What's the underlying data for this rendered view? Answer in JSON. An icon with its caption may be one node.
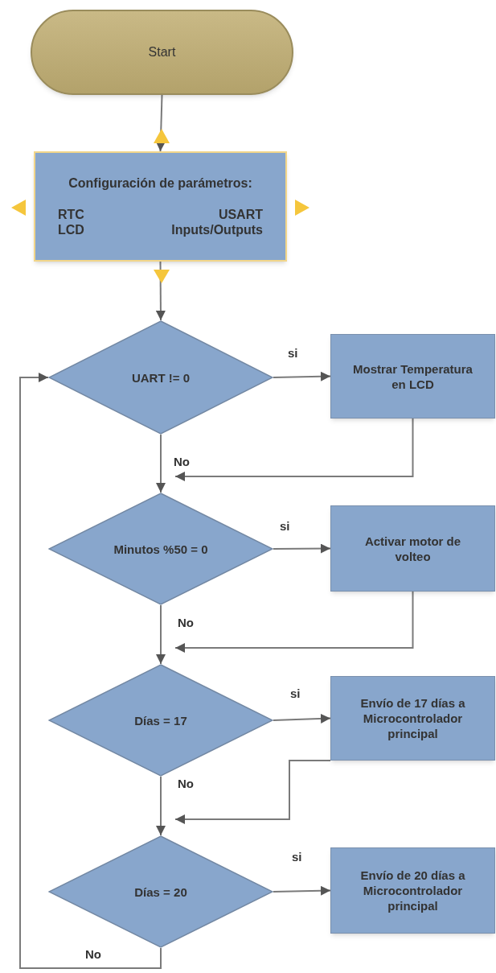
{
  "diagram": {
    "nodes": [
      {
        "text": [
          "Start"
        ]
      },
      {
        "text": [
          "Configuración de parámetros:",
          "RTC",
          "USART",
          "LCD",
          "Inputs/Outputs"
        ]
      },
      {
        "text": [
          "UART != 0"
        ]
      },
      {
        "text": [
          "Mostrar Temperatura en LCD"
        ]
      },
      {
        "text": [
          "Minutos %50 = 0"
        ]
      },
      {
        "text": [
          "Activar motor de volteo"
        ]
      },
      {
        "text": [
          "Días = 17"
        ]
      },
      {
        "text": [
          "Envío de 17 días a Microcontrolador principal"
        ]
      },
      {
        "text": [
          "Días = 20"
        ]
      },
      {
        "text": [
          "Envío de 20 días a Microcontrolador principal"
        ]
      }
    ],
    "edges": [
      {
        "from": 0,
        "to": 1,
        "arrow": "to"
      },
      {
        "from": 1,
        "to": 2,
        "arrow": "to"
      },
      {
        "from": 2,
        "to": 3,
        "arrow": "to",
        "label": "si"
      },
      {
        "from": 2,
        "to": 4,
        "arrow": "to",
        "label": "No"
      },
      {
        "from": 3,
        "to": 4,
        "arrow": "to"
      },
      {
        "from": 4,
        "to": 5,
        "arrow": "to",
        "label": "si"
      },
      {
        "from": 4,
        "to": 6,
        "arrow": "to",
        "label": "No"
      },
      {
        "from": 5,
        "to": 6,
        "arrow": "to"
      },
      {
        "from": 6,
        "to": 7,
        "arrow": "to",
        "label": "si"
      },
      {
        "from": 6,
        "to": 8,
        "arrow": "to",
        "label": "No"
      },
      {
        "from": 7,
        "to": 8,
        "arrow": "to"
      },
      {
        "from": 8,
        "to": 9,
        "arrow": "to",
        "label": "si"
      },
      {
        "from": 8,
        "to": 2,
        "arrow": "to",
        "label": "No"
      }
    ]
  }
}
